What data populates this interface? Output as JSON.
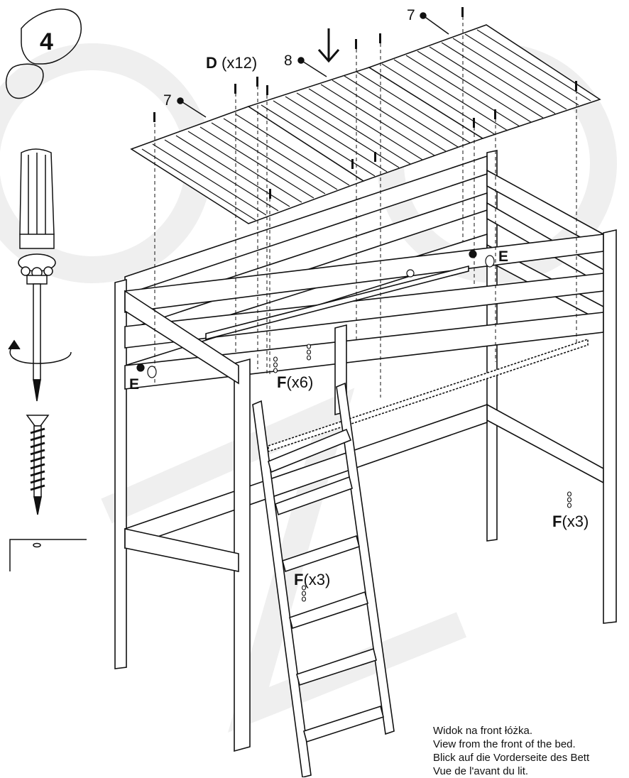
{
  "step": {
    "number": "4"
  },
  "labels": {
    "d_letter": "D",
    "d_count": "(x12)",
    "slat7_left": "7",
    "slat8": "8",
    "slat7_right": "7",
    "e_left": "E",
    "e_right": "E",
    "f1_letter": "F",
    "f1_count": "(x6)",
    "f2_letter": "F",
    "f2_count": "(x3)",
    "f3_letter": "F",
    "f3_count": "(x3)"
  },
  "caption": {
    "line_pl": "Widok na front łóżka.",
    "line_en": "View from the front of the bed.",
    "line_de": "Blick auf die Vorderseite des Bett",
    "line_fr": "Vue de l'avant du lit."
  },
  "icons": [
    "footprint-icon",
    "screwdriver-icon",
    "rotation-arrow-icon",
    "screw-icon",
    "corner-hole-icon",
    "down-arrow-icon"
  ],
  "colors": {
    "line": "#111111",
    "watermark": "#ececec"
  }
}
